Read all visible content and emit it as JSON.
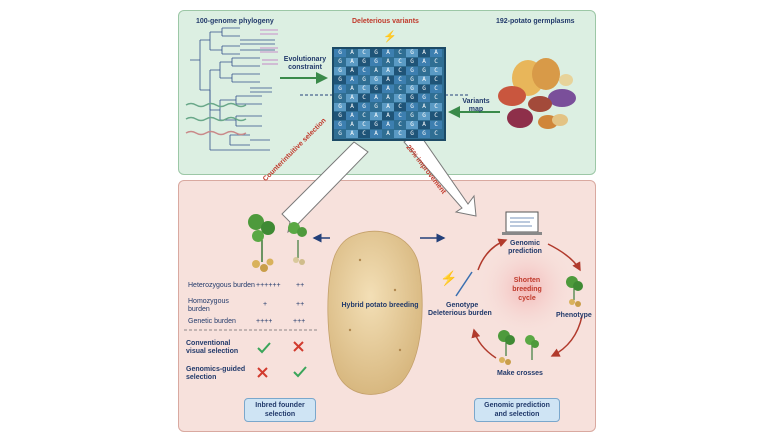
{
  "top": {
    "phylogeny_title": "100-genome phylogeny",
    "variants_title": "Deleterious variants",
    "germplasm_title": "192-potato germplasms",
    "evolutionary_constraint": "Evolutionary constraint",
    "variants_map": "Variants map",
    "grid_rows": [
      "GACGACGAAAAGGTAT",
      "GAGGACGACCAGAAGT",
      "GACAACGGCAAGAAGT",
      "GAGGACGACCAGAAGT",
      "GACGACGGCAAGAAAT",
      "GACAACGGCCAGAAGT",
      "GAGGACGACCAGAAGT",
      "GACAACGGCAAGAAGT",
      "GACGACGACCAGAAGT",
      "GACAACGGCAAGAAGT"
    ]
  },
  "arrows": {
    "counterintuitive": "Counterintuitive selection",
    "improvement": "25% improvement"
  },
  "bottom": {
    "hybrid_label": "Hybrid potato breeding",
    "rows": [
      {
        "label": "Heterozygous burden",
        "a": "++++++",
        "b": "++"
      },
      {
        "label": "Homozygous burden",
        "a": "+",
        "b": "++"
      },
      {
        "label": "Genetic burden",
        "a": "++++",
        "b": "+++"
      }
    ],
    "conventional": "Conventional visual selection",
    "genomics": "Genomics-guided selection",
    "inbred_box": "Inbred founder selection",
    "cycle": {
      "genomic_prediction": "Genomic prediction",
      "shorten": "Shorten breeding cycle",
      "phenotype": "Phenotype",
      "make_crosses": "Make crosses",
      "genotype": "Genotype",
      "deleterious_burden": "Deleterious burden"
    },
    "genomic_box": "Genomic prediction and selection"
  },
  "colors": {
    "green_check": "#3aa55a",
    "red_cross": "#d23b2e",
    "arrow_blue": "#23407a",
    "cycle_red": "#b13a2c"
  }
}
